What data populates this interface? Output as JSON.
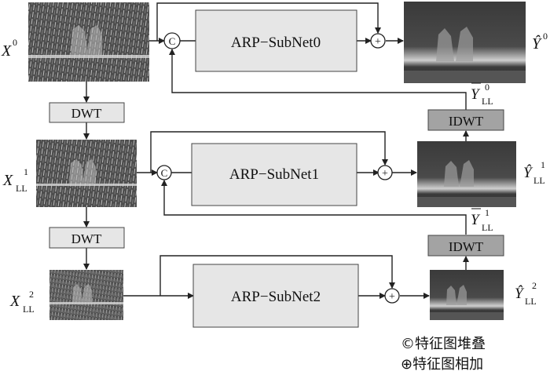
{
  "boxes": {
    "subnet0": "ARP−SubNet0",
    "subnet1": "ARP−SubNet1",
    "subnet2": "ARP−SubNet2",
    "dwt1": "DWT",
    "dwt2": "DWT",
    "idwt1": "IDWT",
    "idwt2": "IDWT"
  },
  "labels": {
    "x0": {
      "base": "X",
      "sup": "0",
      "sub": ""
    },
    "x1": {
      "base": "X",
      "sup": "1",
      "sub": "LL"
    },
    "x2": {
      "base": "X",
      "sup": "2",
      "sub": "LL"
    },
    "y0": {
      "base": "Ŷ",
      "sup": "0",
      "sub": ""
    },
    "y1": {
      "base": "Ŷ",
      "sup": "1",
      "sub": "LL"
    },
    "y2": {
      "base": "Ŷ",
      "sup": "2",
      "sub": "LL"
    },
    "ybar0": {
      "base": "Y",
      "sup": "0",
      "sub": "LL"
    },
    "ybar1": {
      "base": "Y",
      "sup": "1",
      "sub": "LL"
    }
  },
  "symbols": {
    "concat": "C",
    "add": "+"
  },
  "legend": {
    "concat": "©特征图堆叠",
    "add": "⊕特征图相加"
  },
  "colors": {
    "box_fill": "#e6e6e6",
    "idwt_fill": "#a3a3a3",
    "line": "#222222"
  }
}
